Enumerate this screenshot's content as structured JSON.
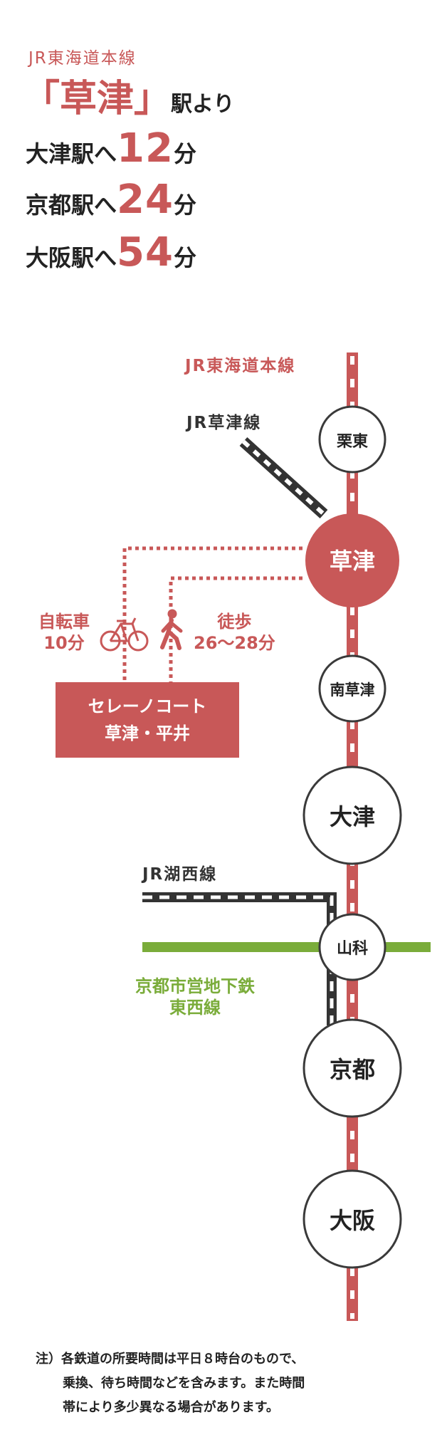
{
  "header": {
    "route": "JR東海道本線",
    "station": "「草津」",
    "from_suffix": "駅より",
    "times": [
      {
        "dest": "大津駅へ",
        "minutes": "12",
        "unit": "分"
      },
      {
        "dest": "京都駅へ",
        "minutes": "24",
        "unit": "分"
      },
      {
        "dest": "大阪駅へ",
        "minutes": "54",
        "unit": "分"
      }
    ]
  },
  "map": {
    "main_line_label": "JR東海道本線",
    "kusatsu_line_label": "JR草津線",
    "kosei_line_label": "JR湖西線",
    "subway_line_label": [
      "京都市営地下鉄",
      "東西線"
    ],
    "stations": [
      "栗東",
      "草津",
      "南草津",
      "大津",
      "山科",
      "京都",
      "大阪"
    ],
    "bike": {
      "label": "自転車",
      "time": "10分"
    },
    "walk": {
      "label": "徒歩",
      "time": "26〜28分"
    },
    "property": [
      "セレーノコート",
      "草津・平井"
    ]
  },
  "note": {
    "line1": "注）各鉄道の所要時間は平日８時台のもので、",
    "line2": "乗換、待ち時間などを含みます。また時間",
    "line3": "帯により多少異なる場合があります。"
  },
  "colors": {
    "accent": "#c85858",
    "line_dark": "#333333",
    "subway_green": "#7aac3a",
    "ring": "#3a3a3a"
  }
}
